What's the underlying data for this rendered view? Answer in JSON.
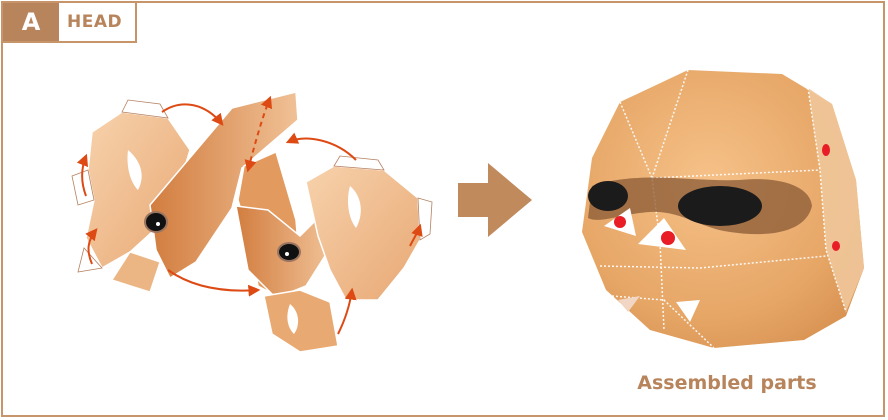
{
  "section": {
    "letter": "A",
    "title": "HEAD"
  },
  "result_caption": "Assembled parts",
  "colors": {
    "frame": "#c8946a",
    "accent": "#b7845c",
    "paper_light": "#f1c69c",
    "paper_dark": "#d68a4c",
    "arrow": "#dd4a14",
    "head": "#e4a668"
  },
  "icons": [
    "curved-arrow-icon",
    "right-arrow-icon"
  ]
}
